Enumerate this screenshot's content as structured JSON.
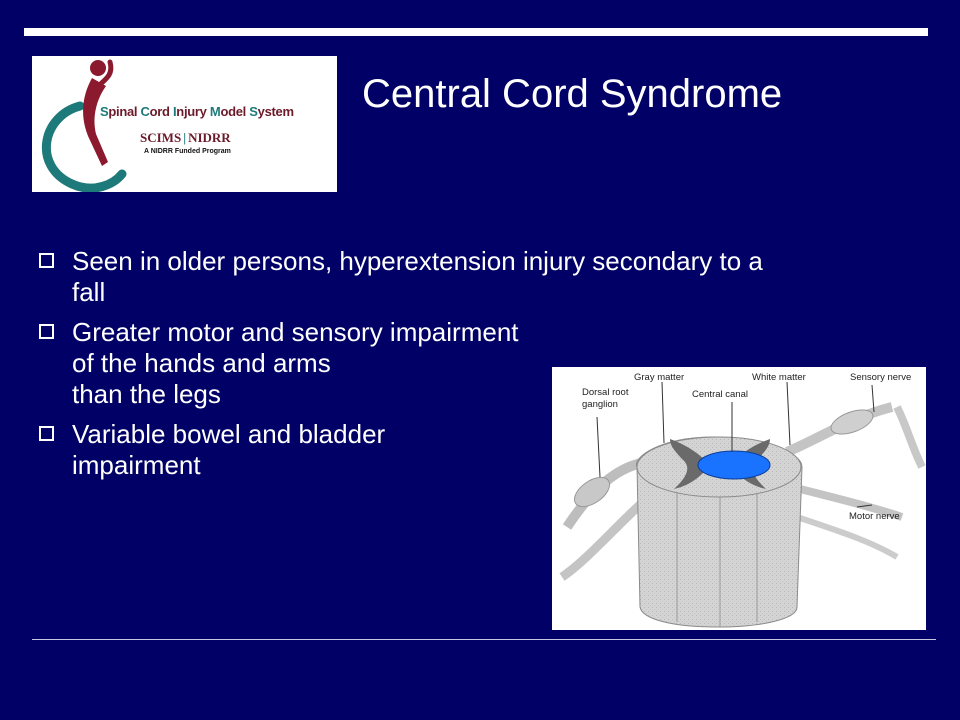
{
  "slide": {
    "title": "Central Cord Syndrome",
    "logo": {
      "name_parts": [
        "S",
        "pinal ",
        "C",
        "ord ",
        "I",
        "njury ",
        "M",
        "odel ",
        "S",
        "ystem"
      ],
      "org_left": "SCIMS",
      "org_sep": "|",
      "org_right": "NIDRR",
      "tagline": "A NIDRR Funded Program"
    },
    "bullets": [
      {
        "lines": [
          "Seen in older persons, hyperextension injury secondary to a",
          "fall"
        ]
      },
      {
        "lines": [
          "Greater motor and sensory impairment",
          "of the hands and arms",
          "than the legs"
        ]
      },
      {
        "lines": [
          "Variable bowel and bladder",
          "impairment"
        ]
      }
    ],
    "diagram": {
      "labels": {
        "gray_matter": "Gray matter",
        "white_matter": "White matter",
        "sensory_nerve": "Sensory nerve",
        "dorsal_root_1": "Dorsal root",
        "dorsal_root_2": "ganglion",
        "central_canal": "Central canal",
        "motor_nerve": "Motor nerve"
      },
      "highlight_color": "#1a73ff"
    }
  }
}
